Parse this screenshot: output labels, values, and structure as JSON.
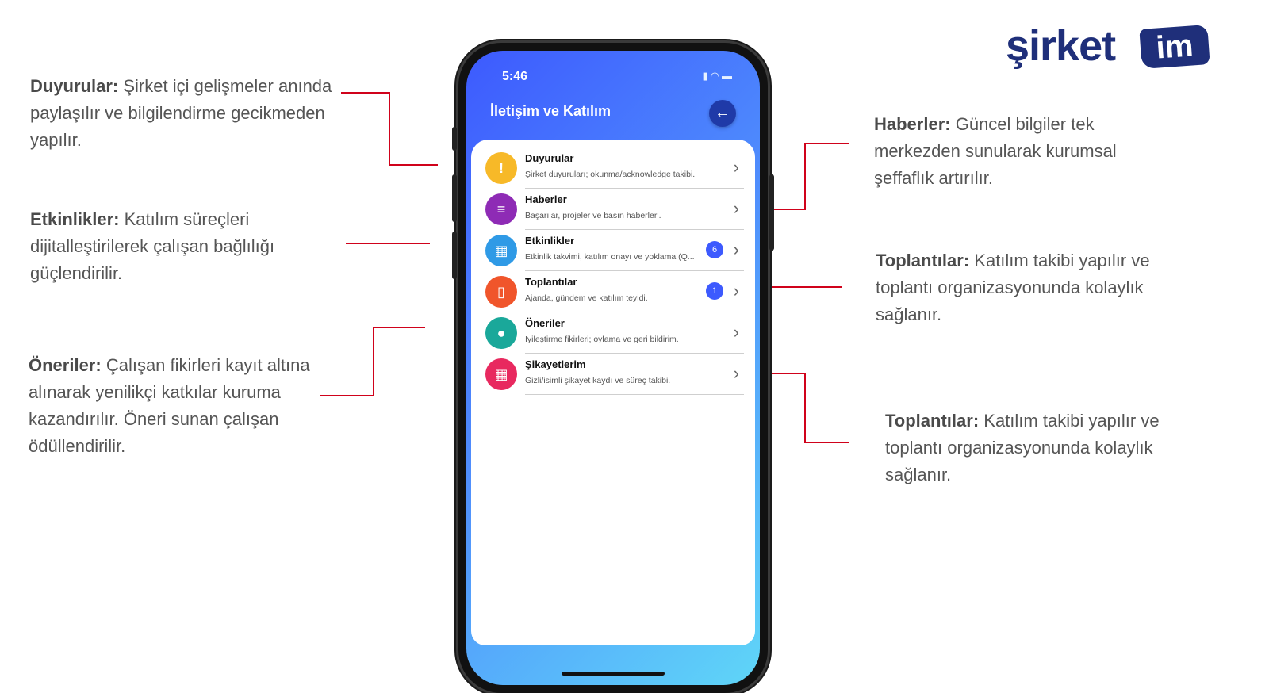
{
  "brand": {
    "logo_text": "şirket",
    "logo_badge": "im",
    "color": "#1f2f7a"
  },
  "accent_line_color": "#d0021b",
  "callouts": {
    "duyurular": {
      "title": "Duyurular:",
      "text": "Şirket içi gelişmeler anında paylaşılır ve bilgilendirme gecikmeden yapılır."
    },
    "etkinlikler": {
      "title": "Etkinlikler:",
      "text": "Katılım süreçleri dijitalleştirilerek çalışan bağlılığı güçlendirilir."
    },
    "oneriler": {
      "title": "Öneriler:",
      "text": "Çalışan fikirleri kayıt altına alınarak yenilikçi katkılar kuruma kazandırılır. Öneri sunan çalışan ödüllendirilir."
    },
    "haberler": {
      "title": "Haberler:",
      "text": "Güncel bilgiler tek merkezden sunularak kurumsal şeffaflık artırılır."
    },
    "toplantilar": {
      "title": "Toplantılar:",
      "text": "Katılım takibi yapılır ve toplantı organizasyonunda kolaylık sağlanır."
    },
    "toplantilar_2": {
      "title": "Toplantılar:",
      "text": "Katılım takibi yapılır ve toplantı organizasyonunda kolaylık sağlanır."
    }
  },
  "phone": {
    "status_time": "5:46",
    "app_title": "İletişim ve Katılım",
    "back_icon": "arrow-left-icon",
    "items": [
      {
        "title": "Duyurular",
        "subtitle": "Şirket duyuruları; okunma/acknowledge takibi.",
        "icon": "announcement-icon",
        "color": "#f7b928",
        "badge": ""
      },
      {
        "title": "Haberler",
        "subtitle": "Başarılar, projeler ve basın haberleri.",
        "icon": "news-icon",
        "color": "#8e2bb5",
        "badge": ""
      },
      {
        "title": "Etkinlikler",
        "subtitle": "Etkinlik takvimi, katılım onayı ve yoklama (Q...",
        "icon": "calendar-icon",
        "color": "#2f9ae6",
        "badge": "6"
      },
      {
        "title": "Toplantılar",
        "subtitle": "Ajanda, gündem ve katılım teyidi.",
        "icon": "meeting-door-icon",
        "color": "#f0552b",
        "badge": "1"
      },
      {
        "title": "Öneriler",
        "subtitle": "İyileştirme fikirleri; oylama ve geri bildirim.",
        "icon": "lightbulb-icon",
        "color": "#1aa89a",
        "badge": ""
      },
      {
        "title": "Şikayetlerim",
        "subtitle": "Gizli/isimli şikayet kaydı ve süreç takibi.",
        "icon": "complaint-calendar-icon",
        "color": "#e8295f",
        "badge": ""
      }
    ]
  }
}
